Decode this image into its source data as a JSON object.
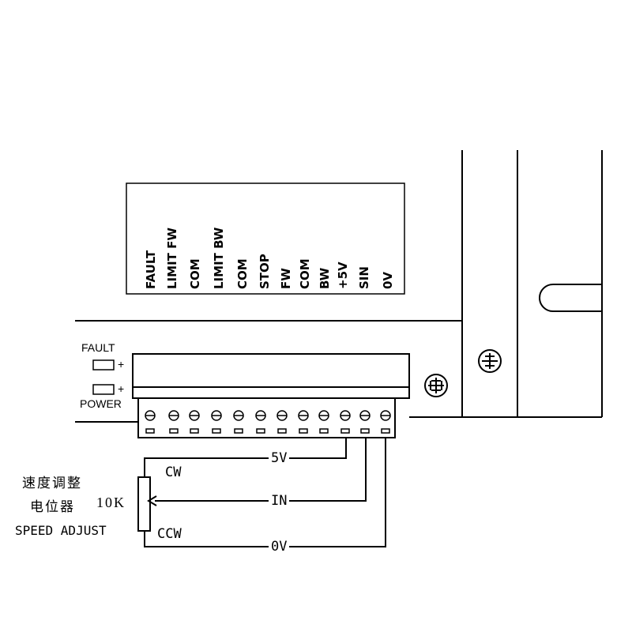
{
  "terminal_labels": [
    "FAULT",
    "LIMIT FW",
    "COM",
    "LIMIT BW",
    "COM",
    "STOP",
    "FW",
    "COM",
    "BW",
    "+5V",
    "SIN",
    "0V"
  ],
  "indicators": {
    "fault_label": "FAULT",
    "power_label": "POWER",
    "plus_sign": "+"
  },
  "wiring": {
    "label_5v": "5V",
    "label_in": "IN",
    "label_0v": "0V",
    "label_cw": "CW",
    "label_ccw": "CCW"
  },
  "potentiometer": {
    "title_cn": "速度调整",
    "sub_cn": "电位器",
    "value": "10K",
    "title_en": "SPEED ADJUST"
  }
}
